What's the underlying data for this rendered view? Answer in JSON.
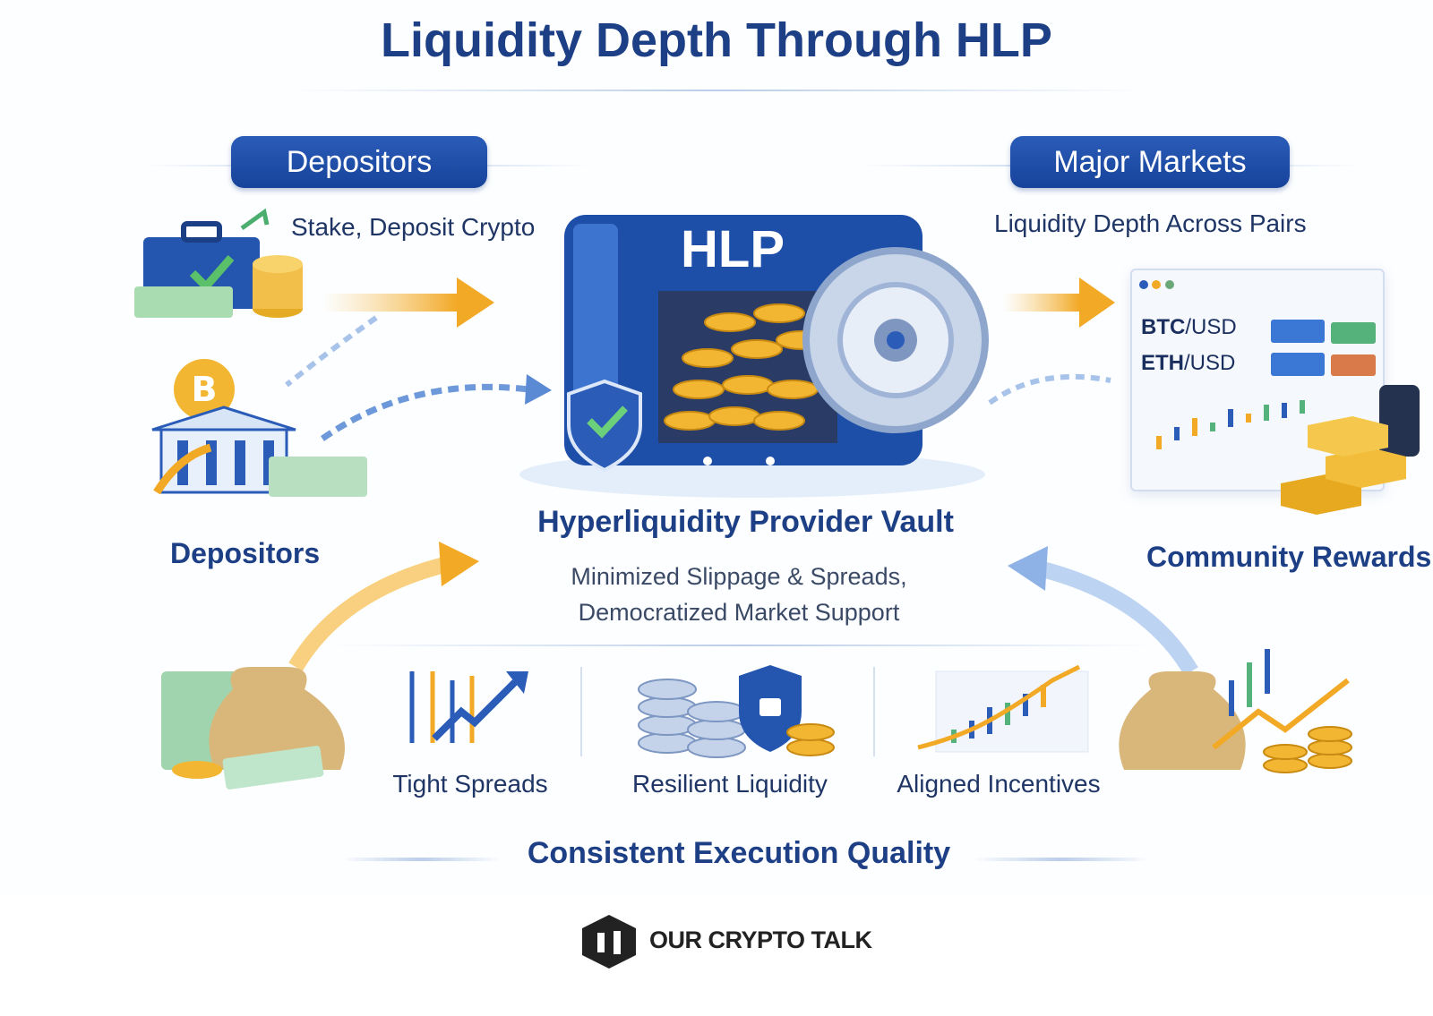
{
  "title": "Liquidity Depth Through HLP",
  "left": {
    "pill": "Depositors",
    "subtitle": "Stake, Deposit Crypto",
    "label": "Depositors"
  },
  "right": {
    "pill": "Major Markets",
    "subtitle": "Liquidity Depth Across Pairs",
    "pairs": [
      {
        "base": "BTC",
        "quote": "/USD"
      },
      {
        "base": "ETH",
        "quote": "/USD"
      }
    ],
    "label": "Community Rewards"
  },
  "center": {
    "vault_label": "HLP",
    "heading": "Hyperliquidity Provider Vault",
    "description_line1": "Minimized Slippage & Spreads,",
    "description_line2": "Democratized Market Support"
  },
  "features": [
    {
      "label": "Tight Spreads",
      "icon": "chart-up-icon"
    },
    {
      "label": "Resilient Liquidity",
      "icon": "coins-shield-icon"
    },
    {
      "label": "Aligned Incentives",
      "icon": "candlestick-icon"
    }
  ],
  "footer": "Consistent Execution Quality",
  "brand": "OUR CRYPTO TALK",
  "colors": {
    "navy": "#1d3f85",
    "blue": "#2a5cb8",
    "gold": "#f2b632",
    "green": "#4cae6e"
  }
}
